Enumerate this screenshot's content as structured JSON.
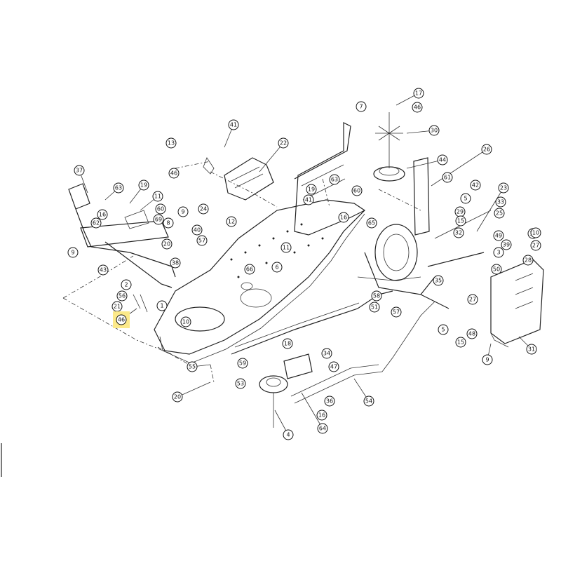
{
  "highlight_color": "#fce98a",
  "callouts": [
    {
      "id": "c-37",
      "label": "37"
    },
    {
      "id": "c-63a",
      "label": "63"
    },
    {
      "id": "c-19a",
      "label": "19"
    },
    {
      "id": "c-11a",
      "label": "11"
    },
    {
      "id": "c-16a",
      "label": "16"
    },
    {
      "id": "c-62",
      "label": "62"
    },
    {
      "id": "c-60",
      "label": "60"
    },
    {
      "id": "c-69",
      "label": "69"
    },
    {
      "id": "c-9a",
      "label": "9"
    },
    {
      "id": "c-20a",
      "label": "20"
    },
    {
      "id": "c-43",
      "label": "43"
    },
    {
      "id": "c-2",
      "label": "2"
    },
    {
      "id": "c-56",
      "label": "56"
    },
    {
      "id": "c-21",
      "label": "21"
    },
    {
      "id": "c-46a",
      "label": "46",
      "highlight": true
    },
    {
      "id": "c-1",
      "label": "1"
    },
    {
      "id": "c-10a",
      "label": "10"
    },
    {
      "id": "c-9b",
      "label": "9"
    },
    {
      "id": "c-24",
      "label": "24"
    },
    {
      "id": "c-40a",
      "label": "40"
    },
    {
      "id": "c-57",
      "label": "57"
    },
    {
      "id": "c-8",
      "label": "8"
    },
    {
      "id": "c-38",
      "label": "38"
    },
    {
      "id": "c-66",
      "label": "66"
    },
    {
      "id": "c-13a",
      "label": "13"
    },
    {
      "id": "c-41a",
      "label": "41"
    },
    {
      "id": "c-12",
      "label": "12"
    },
    {
      "id": "c-22",
      "label": "22"
    },
    {
      "id": "c-46b",
      "label": "46"
    },
    {
      "id": "c-11b",
      "label": "11"
    },
    {
      "id": "c-6",
      "label": "6"
    },
    {
      "id": "c-19b",
      "label": "19"
    },
    {
      "id": "c-41b",
      "label": "41"
    },
    {
      "id": "c-63b",
      "label": "63"
    },
    {
      "id": "c-16b",
      "label": "16"
    },
    {
      "id": "c-65",
      "label": "65"
    },
    {
      "id": "c-17",
      "label": "17"
    },
    {
      "id": "c-7",
      "label": "7"
    },
    {
      "id": "c-46c",
      "label": "46"
    },
    {
      "id": "c-30a",
      "label": "30"
    },
    {
      "id": "c-44",
      "label": "44"
    },
    {
      "id": "c-26",
      "label": "26"
    },
    {
      "id": "c-60b",
      "label": "60"
    },
    {
      "id": "c-61",
      "label": "61"
    },
    {
      "id": "c-5a",
      "label": "5"
    },
    {
      "id": "c-42",
      "label": "42"
    },
    {
      "id": "c-23",
      "label": "23"
    },
    {
      "id": "c-33",
      "label": "33"
    },
    {
      "id": "c-25",
      "label": "25"
    },
    {
      "id": "c-29",
      "label": "29"
    },
    {
      "id": "c-32",
      "label": "32"
    },
    {
      "id": "c-49",
      "label": "49"
    },
    {
      "id": "c-39",
      "label": "39"
    },
    {
      "id": "c-3",
      "label": "3"
    },
    {
      "id": "c-28",
      "label": "28"
    },
    {
      "id": "c-50",
      "label": "50"
    },
    {
      "id": "c-10b",
      "label": "10"
    },
    {
      "id": "c-27a",
      "label": "27"
    },
    {
      "id": "c-27b",
      "label": "27"
    },
    {
      "id": "c-15a",
      "label": "15"
    },
    {
      "id": "c-35",
      "label": "35"
    },
    {
      "id": "c-58",
      "label": "58"
    },
    {
      "id": "c-51",
      "label": "51"
    },
    {
      "id": "c-57b",
      "label": "57"
    },
    {
      "id": "c-5b",
      "label": "5"
    },
    {
      "id": "c-15b",
      "label": "15"
    },
    {
      "id": "c-48",
      "label": "48"
    },
    {
      "id": "c-9c",
      "label": "9"
    },
    {
      "id": "c-31",
      "label": "31"
    },
    {
      "id": "c-18",
      "label": "18"
    },
    {
      "id": "c-34",
      "label": "34"
    },
    {
      "id": "c-47",
      "label": "47"
    },
    {
      "id": "c-59",
      "label": "59"
    },
    {
      "id": "c-36",
      "label": "36"
    },
    {
      "id": "c-16c",
      "label": "16"
    },
    {
      "id": "c-54",
      "label": "54"
    },
    {
      "id": "c-64",
      "label": "64"
    },
    {
      "id": "c-4",
      "label": "4"
    },
    {
      "id": "c-55",
      "label": "55"
    },
    {
      "id": "c-53",
      "label": "53"
    },
    {
      "id": "c-20b",
      "label": "20"
    },
    {
      "id": "c-10c",
      "label": "10"
    }
  ]
}
